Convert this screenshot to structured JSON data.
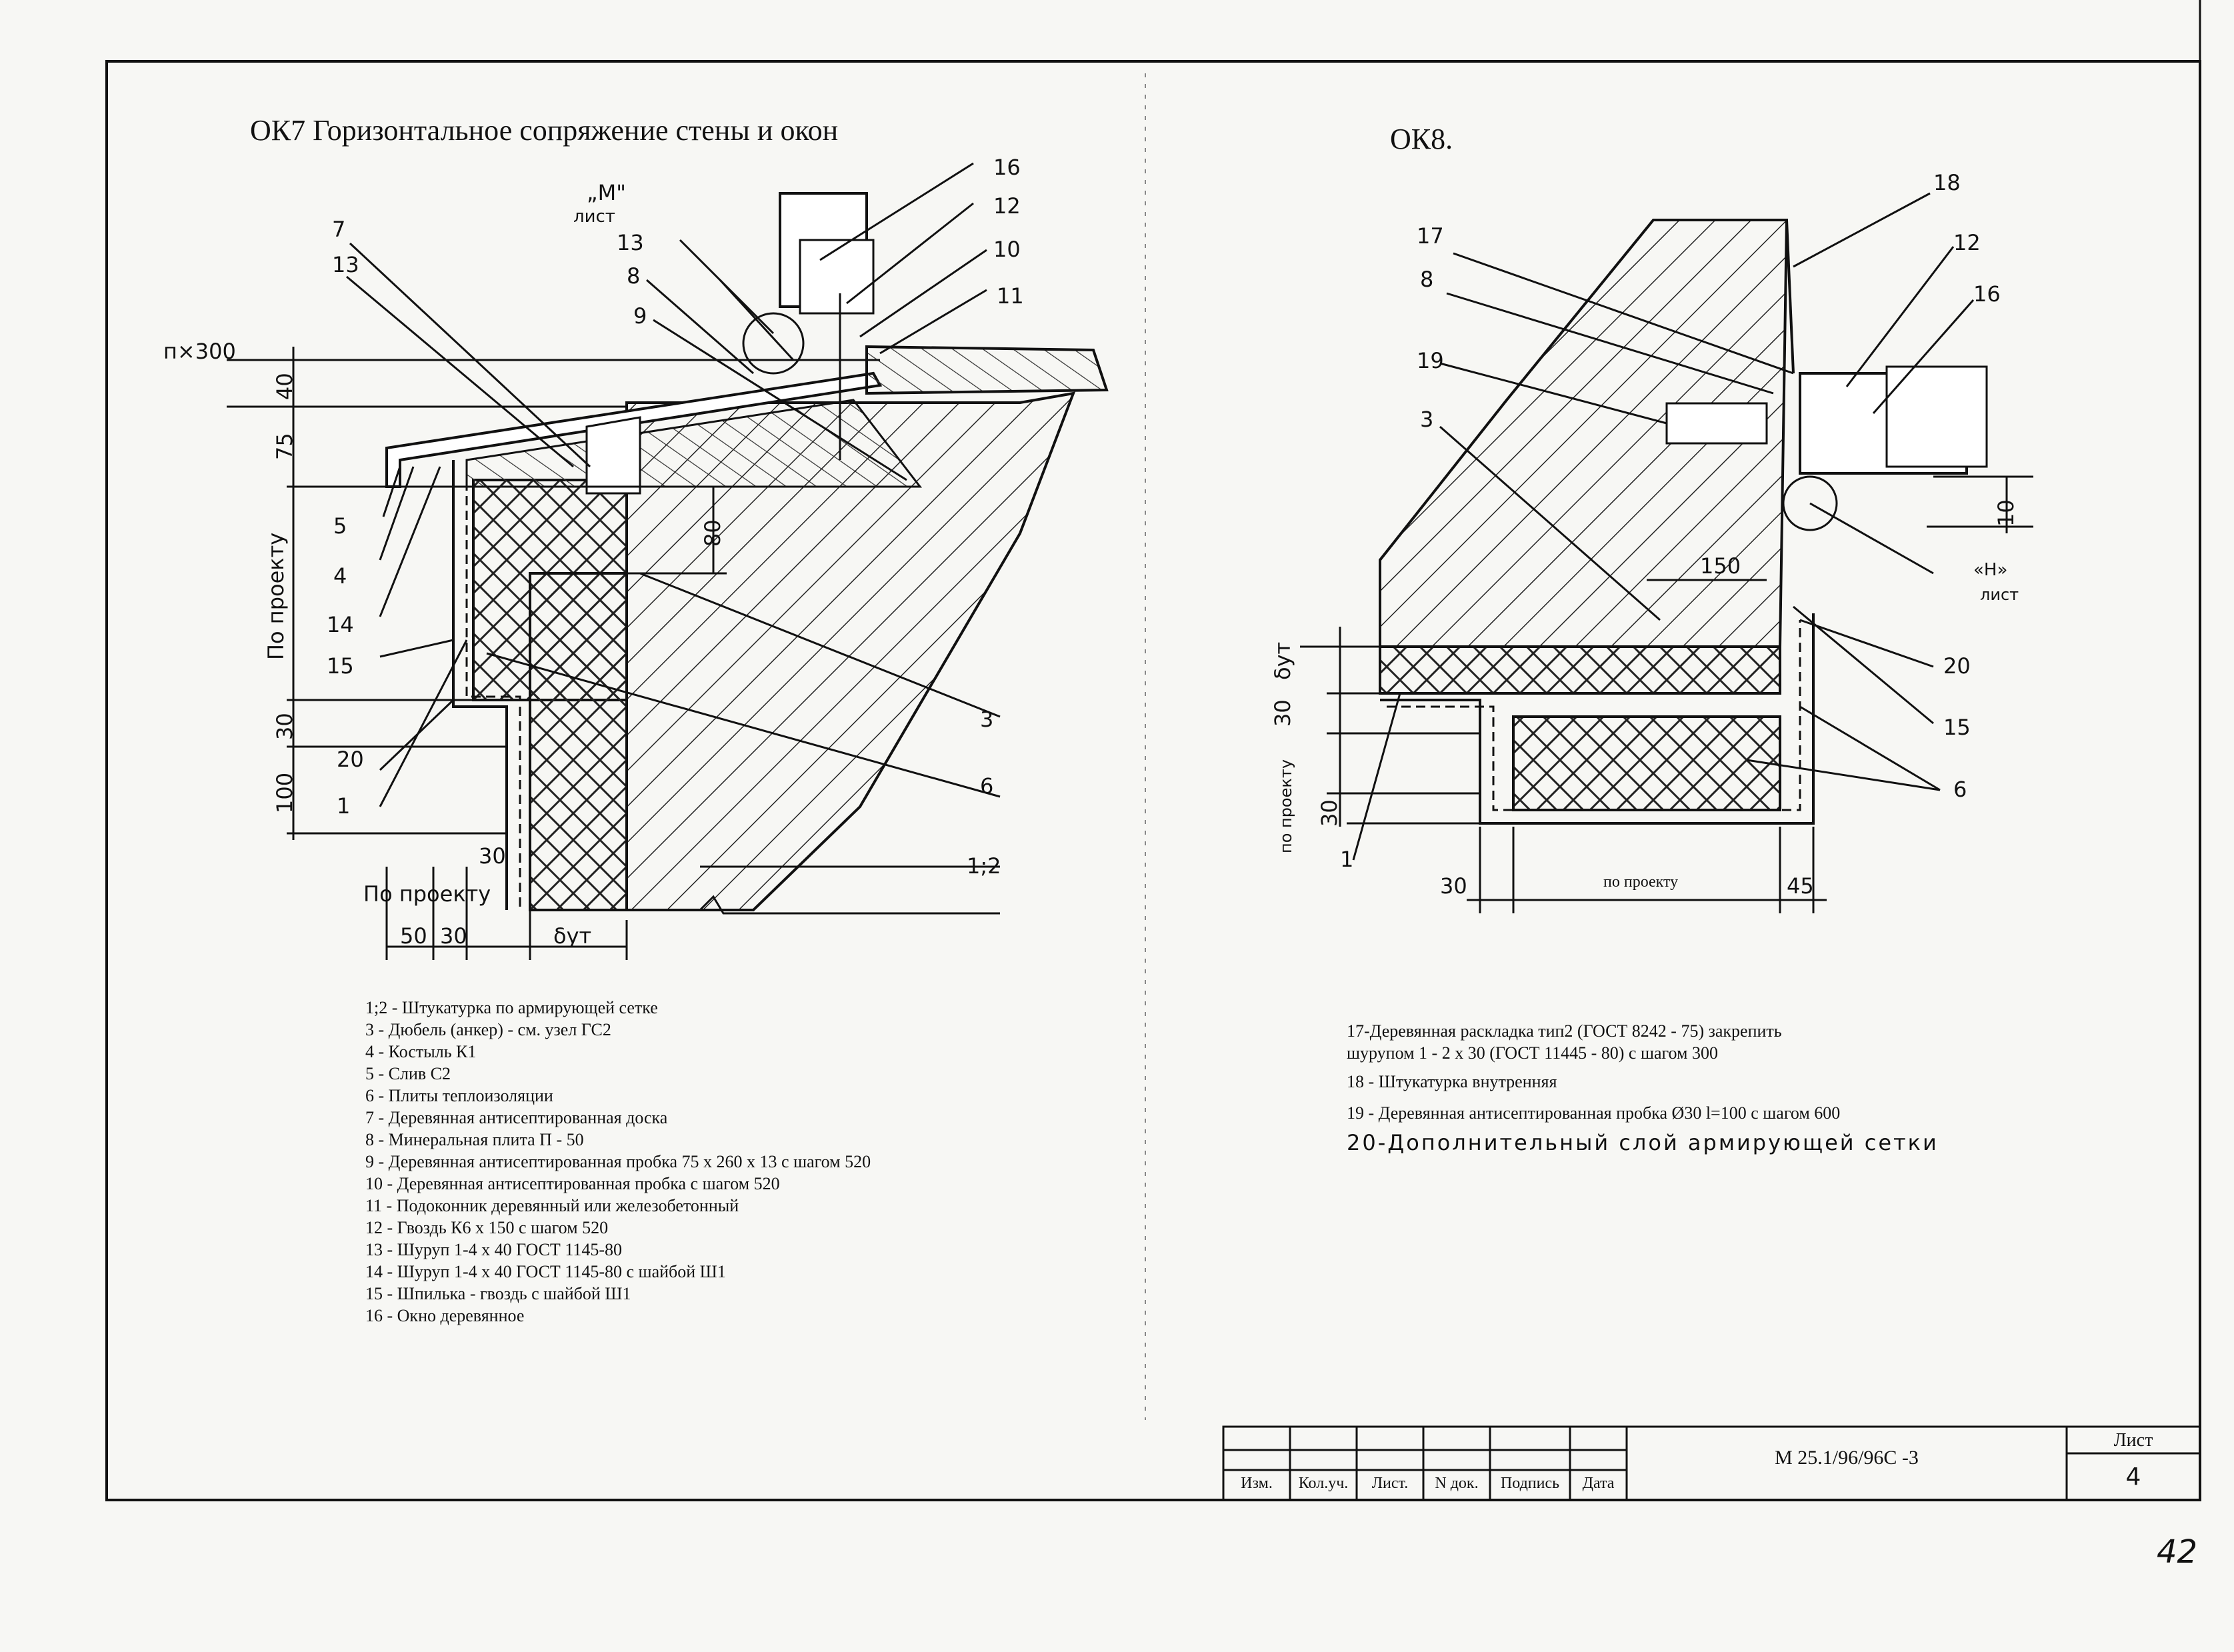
{
  "ok7": {
    "title": "ОК7  Горизонтальное сопряжение стены и окон",
    "callouts": [
      "7",
      "13",
      "8",
      "9",
      "13",
      "12",
      "10",
      "11",
      "16",
      "5",
      "4",
      "14",
      "15",
      "20",
      "1",
      "3",
      "6"
    ],
    "m_mark": "„М\"",
    "m_sheet": "лист",
    "dims": {
      "step": "п×300",
      "d40": "40",
      "d75": "75",
      "d80": "80",
      "d30": "30",
      "d100": "100",
      "d30b": "30",
      "d50": "50",
      "d30c": "30",
      "delta": "δут",
      "project_v": "По проекту",
      "project_h": "По проекту",
      "r12": "1;2"
    },
    "notes": [
      "1;2 - Штукатурка по армирующей сетке",
      "3 - Дюбель (анкер) - см. узел ГС2",
      "4 - Костыль К1",
      "5 - Слив С2",
      "6 - Плиты теплоизоляции",
      "7 - Деревянная антисептированная доска",
      "8 - Минеральная плита П - 50",
      "9 - Деревянная антисептированная пробка 75 х 260 х 13 с шагом 520",
      "10 - Деревянная антисептированная пробка с шагом 520",
      "11 - Подоконник деревянный или железобетонный",
      "12 - Гвоздь К6 х 150 с шагом 520",
      "13 - Шуруп 1-4 х 40 ГОСТ 1145-80",
      "14 - Шуруп 1-4 х 40 ГОСТ 1145-80 с шайбой Ш1",
      "15 - Шпилька - гвоздь с шайбой Ш1",
      "16 - Окно деревянное"
    ]
  },
  "ok8": {
    "title": "ОК8.",
    "callouts": [
      "17",
      "8",
      "19",
      "3",
      "18",
      "12",
      "16",
      "20",
      "15",
      "6",
      "1"
    ],
    "n_mark": "«Н»",
    "n_sheet": "лист",
    "dims": {
      "d150": "150",
      "d10": "10",
      "delta": "δут",
      "d30": "30",
      "d30b": "30",
      "project_v": "по проекту",
      "d30c": "30",
      "project_h": "по проекту",
      "d45": "45"
    },
    "notes": [
      "17-Деревянная раскладка тип2 (ГОСТ 8242 - 75) закрепить",
      "    шурупом 1 - 2 х 30 (ГОСТ 11445 - 80) с шагом 300",
      "18 - Штукатурка внутренняя",
      "19 - Деревянная антисептированная пробка Ø30 l=100 с шагом 600"
    ],
    "note20": "20-Дополнительный слой армирующей сетки"
  },
  "title_block": {
    "headers": [
      "Изм.",
      "Кол.уч.",
      "Лист.",
      "N док.",
      "Подпись",
      "Дата"
    ],
    "code": "М 25.1/96/96С -3",
    "sheet_label": "Лист",
    "sheet_no": "4"
  },
  "page_no": "42",
  "colors": {
    "ink": "#111111",
    "paper": "#f7f7f4"
  }
}
